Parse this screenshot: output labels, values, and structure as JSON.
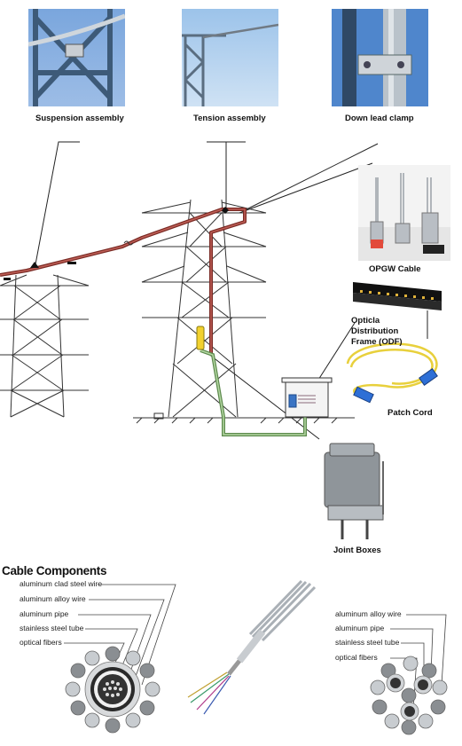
{
  "top_captions": {
    "suspension": "Suspension assembly",
    "tension": "Tension assembly",
    "down_lead": "Down lead clamp"
  },
  "side_labels": {
    "opgw": "OPGW Cable",
    "odf": "Opticla Distribution Frame (ODF)",
    "patch": "Patch Cord",
    "joint": "Joint Boxes"
  },
  "components": {
    "heading": "Cable Components",
    "left_labels": [
      "aluminum clad steel wire",
      "aluminum alloy wire",
      "aluminum pipe",
      "stainless steel tube",
      "optical fibers"
    ],
    "right_labels": [
      "aluminum alloy wire",
      "aluminum pipe",
      "stainless steel tube",
      "optical fibers"
    ]
  },
  "colors": {
    "sky": "#6f9bd6",
    "cable_red": "#a03a32",
    "cable_green": "#8db77a",
    "accent_yellow": "#f2d12e",
    "accent_blue": "#3a74c4"
  }
}
